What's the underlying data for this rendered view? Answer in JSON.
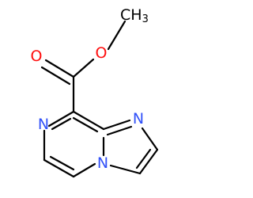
{
  "colors": {
    "bond": "#000000",
    "oxygen": "#ff0d0d",
    "nitrogen": "#3050f8",
    "carbon": "#000000"
  },
  "atoms": {
    "methyl_group": "CH",
    "methyl_subscript": "3",
    "ester_oxygen": "O",
    "carbonyl_oxygen": "O",
    "pyrazine_n7": "N",
    "imidazole_n1": "N",
    "bridgehead_n4": "N"
  }
}
